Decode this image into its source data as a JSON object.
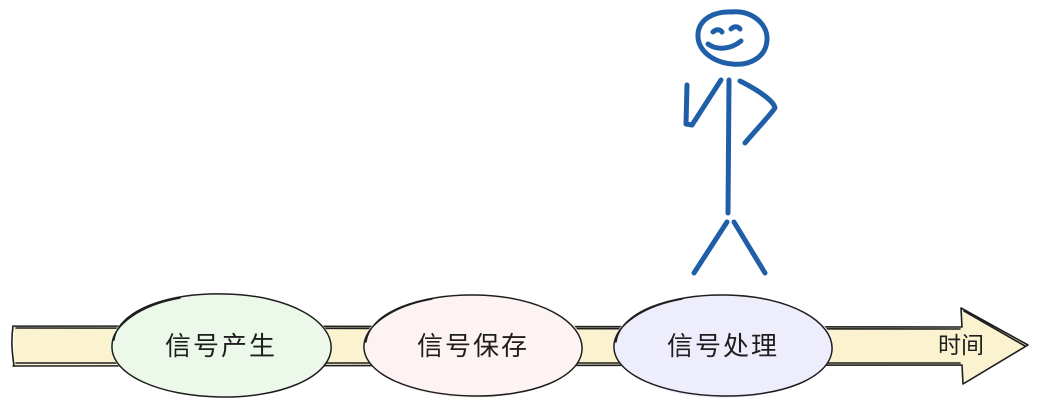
{
  "timeline": {
    "axis_label": "时间",
    "fill_color": "#fbf3cf",
    "stroke_color": "#1e1e1e"
  },
  "stages": [
    {
      "label": "信号产生",
      "fill_color": "#ecf9ea"
    },
    {
      "label": "信号保存",
      "fill_color": "#fdf3f2"
    },
    {
      "label": "信号处理",
      "fill_color": "#eeedfb"
    }
  ],
  "figure": {
    "icon": "stick-figure-icon",
    "stroke_color": "#1f5fa8"
  }
}
